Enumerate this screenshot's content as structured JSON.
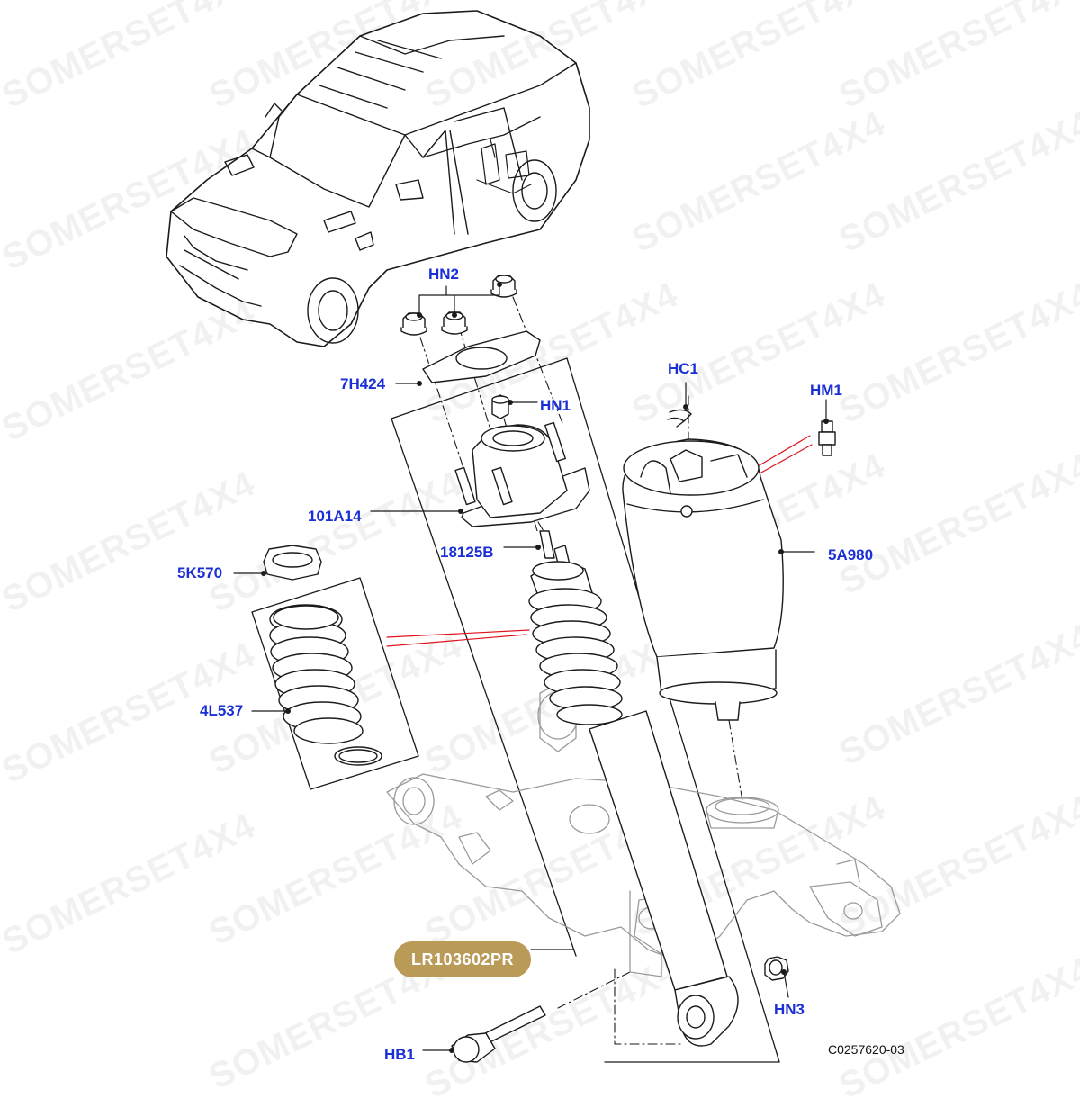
{
  "watermark": {
    "text": "SOMERSET4X4"
  },
  "callouts": {
    "hn2": "HN2",
    "h7424": "7H424",
    "hn1": "HN1",
    "a101": "101A14",
    "b18125": "18125B",
    "k5570": "5K570",
    "l4537": "4L537",
    "hc1": "HC1",
    "hm1": "HM1",
    "a5980": "5A980",
    "hn3": "HN3",
    "hb1": "HB1"
  },
  "part_badge": {
    "label": "LR103602PR"
  },
  "figure_code": "C0257620-03",
  "colors": {
    "callout_text": "#1a2fd6",
    "badge": "#b99a57",
    "highlight_line": "#e0141e"
  }
}
